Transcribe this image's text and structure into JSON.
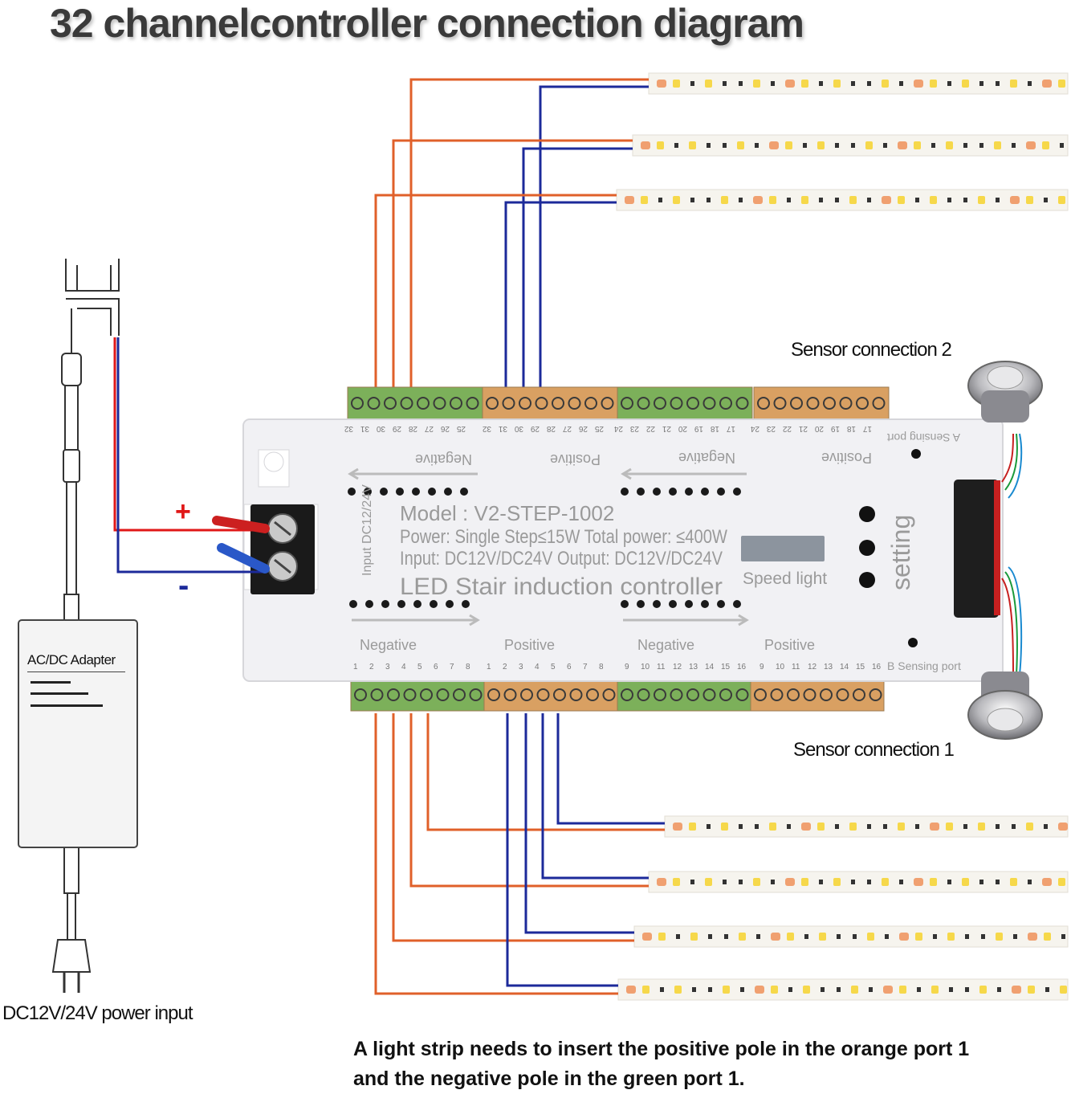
{
  "title": "32 channelcontroller connection diagram",
  "controller": {
    "model": "Model : V2-STEP-1002",
    "power": "Power: Single Step≤15W Total power: ≤400W",
    "input": "Input: DC12V/DC24V Output: DC12V/DC24V",
    "name": "LED Stair induction controller",
    "speed_light": "Speed light",
    "setting": "setting",
    "input_label": "Input DC12/24V",
    "negative": "Negative",
    "positive": "Positive",
    "a_sensing_port": "A Sensing port",
    "b_sensing_port": "B Sensing port",
    "plus_sign": "+",
    "minus_sign": "-"
  },
  "ports_bottom": [
    [
      "1",
      "2",
      "3",
      "4",
      "5",
      "6",
      "7",
      "8"
    ],
    [
      "1",
      "2",
      "3",
      "4",
      "5",
      "6",
      "7",
      "8"
    ],
    [
      "9",
      "10",
      "11",
      "12",
      "13",
      "14",
      "15",
      "16"
    ],
    [
      "9",
      "10",
      "11",
      "12",
      "13",
      "14",
      "15",
      "16"
    ]
  ],
  "ports_top": [
    [
      "32",
      "31",
      "30",
      "29",
      "28",
      "27",
      "26",
      "25"
    ],
    [
      "32",
      "31",
      "30",
      "29",
      "28",
      "27",
      "26",
      "25"
    ],
    [
      "24",
      "23",
      "22",
      "21",
      "20",
      "19",
      "18",
      "17"
    ],
    [
      "24",
      "23",
      "22",
      "21",
      "20",
      "19",
      "18",
      "17"
    ]
  ],
  "labels": {
    "sensor_2": "Sensor connection 2",
    "sensor_1": "Sensor connection 1",
    "adapter": "AC/DC Adapter",
    "power_input": "DC12V/24V power input",
    "note_line1": "A light strip needs to insert the positive pole in the orange port 1",
    "note_line2": "and the negative pole in the green port 1."
  },
  "colors": {
    "negative_wire": "#1c2a9a",
    "positive_wire": "#e0602a",
    "red_wire": "#e01818",
    "green_terminal": "#7cb05a",
    "orange_terminal": "#d9a062",
    "controller_body": "#f1f1f4"
  }
}
